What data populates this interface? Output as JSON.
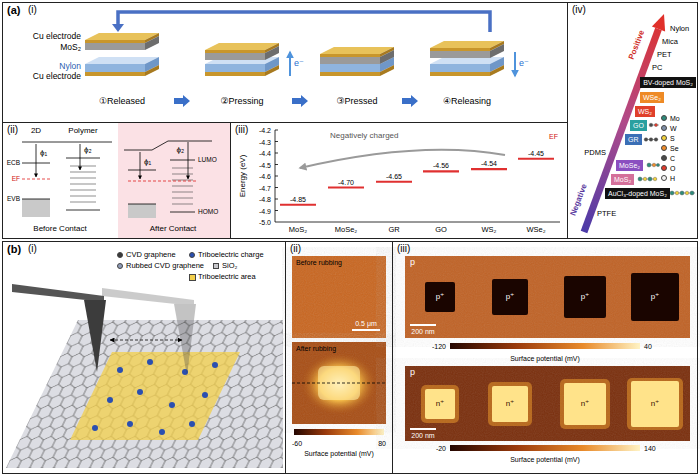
{
  "diagram": {
    "nodes": [
      {
        "text": [
          "(a)",
          "(i)"
        ]
      },
      {
        "text": [
          "(ii)"
        ]
      },
      {
        "text": [
          "(iii)"
        ]
      },
      {
        "text": [
          "(iv)"
        ]
      },
      {
        "text": [
          "BV-doped MoS₂"
        ],
        "in": 3
      },
      {
        "text": [
          "WSe₂"
        ],
        "in": 3
      },
      {
        "text": [
          "WS₂"
        ],
        "in": 3
      },
      {
        "text": [
          "GO"
        ],
        "in": 3
      },
      {
        "text": [
          "GR"
        ],
        "in": 3
      },
      {
        "text": [
          "MoSe₂"
        ],
        "in": 3
      },
      {
        "text": [
          "MoS₂"
        ],
        "in": 3
      },
      {
        "text": [
          "AuCl₃-doped MoS₂"
        ],
        "in": 3
      },
      {
        "text": [
          "(b)"
        ]
      },
      {
        "text": [
          "(i)"
        ],
        "in": 12
      },
      {
        "text": [
          "(ii)"
        ],
        "in": 12
      },
      {
        "text": [
          "(iii)"
        ],
        "in": 12
      }
    ],
    "labels": [
      "Cu electrode",
      "MoS₂",
      "Nylon",
      "Cu electrode",
      "e⁻",
      "e⁻",
      "①Released",
      "②Pressing",
      "③Pressed",
      "④Releasing",
      "2D",
      "Polymer",
      "ϕ₁",
      "ϕ₂",
      "ECB",
      "EF",
      "EVB",
      "ϕ₁",
      "ϕ₂",
      "LUMO",
      "HOMO",
      "Before Contact",
      "After Contact",
      "Energy (eV)",
      "-4.2",
      "-4.3",
      "-4.4",
      "-4.5",
      "-4.6",
      "-4.7",
      "-4.8",
      "-4.9",
      "-5.0",
      "-4.85",
      "-4.70",
      "-4.65",
      "-4.56",
      "-4.54",
      "-4.45",
      "EF",
      "Negatively charged",
      "MoS₂",
      "MoSe₂",
      "GR",
      "GO",
      "WS₂",
      "WSe₂",
      "Positive",
      "Nylon",
      "Mica",
      "PET",
      "PC",
      "PDMS",
      "PTFE",
      "Negative",
      "Before rubbing",
      "0.5 μm",
      "After rubbing",
      "-60",
      "80",
      "Surface potential (mV)",
      "p",
      "200 nm",
      "p⁺",
      "p⁺",
      "p⁺",
      "p⁺",
      "-120",
      "40",
      "Surface potential (mV)",
      "p",
      "200 nm",
      "n⁺",
      "n⁺",
      "n⁺",
      "n⁺",
      "-20",
      "140",
      "Surface potential (mV)"
    ],
    "legend": [
      {
        "text": "Mo",
        "color": "#2e8b7a"
      },
      {
        "text": "W",
        "color": "#7f8fa6"
      },
      {
        "text": "S",
        "color": "#f2d13a"
      },
      {
        "text": "Se",
        "color": "#f08c2a"
      },
      {
        "text": "C",
        "color": "#4a4a4a"
      },
      {
        "text": "O",
        "color": "#e23a2a"
      },
      {
        "text": "H",
        "color": "#f4f4f4"
      },
      {
        "text": "CVD graphene",
        "color": "#3a3a3a"
      },
      {
        "text": "Triboelectric charge",
        "color": "#2a4fb0"
      },
      {
        "text": "Rubbed CVD graphene",
        "color": "#8f9cb8"
      },
      {
        "text": "SiO₂",
        "color": "#c8c8cc"
      },
      {
        "text": "Triboelectric area",
        "color": "#f3cf4a"
      }
    ]
  }
}
